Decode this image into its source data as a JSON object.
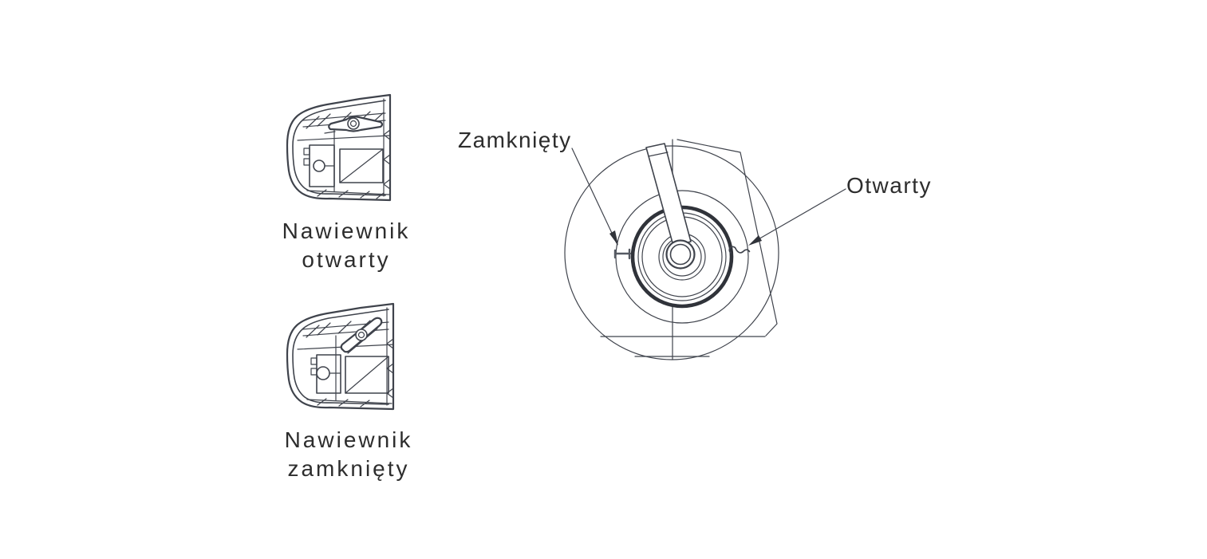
{
  "captions": {
    "open": {
      "line1": "Nawiewnik",
      "line2": "otwarty"
    },
    "closed": {
      "line1": "Nawiewnik",
      "line2": "zamknięty"
    }
  },
  "annotations": {
    "closed_label": "Zamknięty",
    "open_label": "Otwarty"
  },
  "drawings": {
    "vent_open": "vent-open-line-drawing",
    "vent_closed": "vent-closed-line-drawing",
    "dial_detail": "vent-control-dial-detail-drawing"
  },
  "colors": {
    "background": "#ffffff",
    "line": "#3f434c",
    "line_bold": "#30333a",
    "text": "#2d2d2d"
  }
}
